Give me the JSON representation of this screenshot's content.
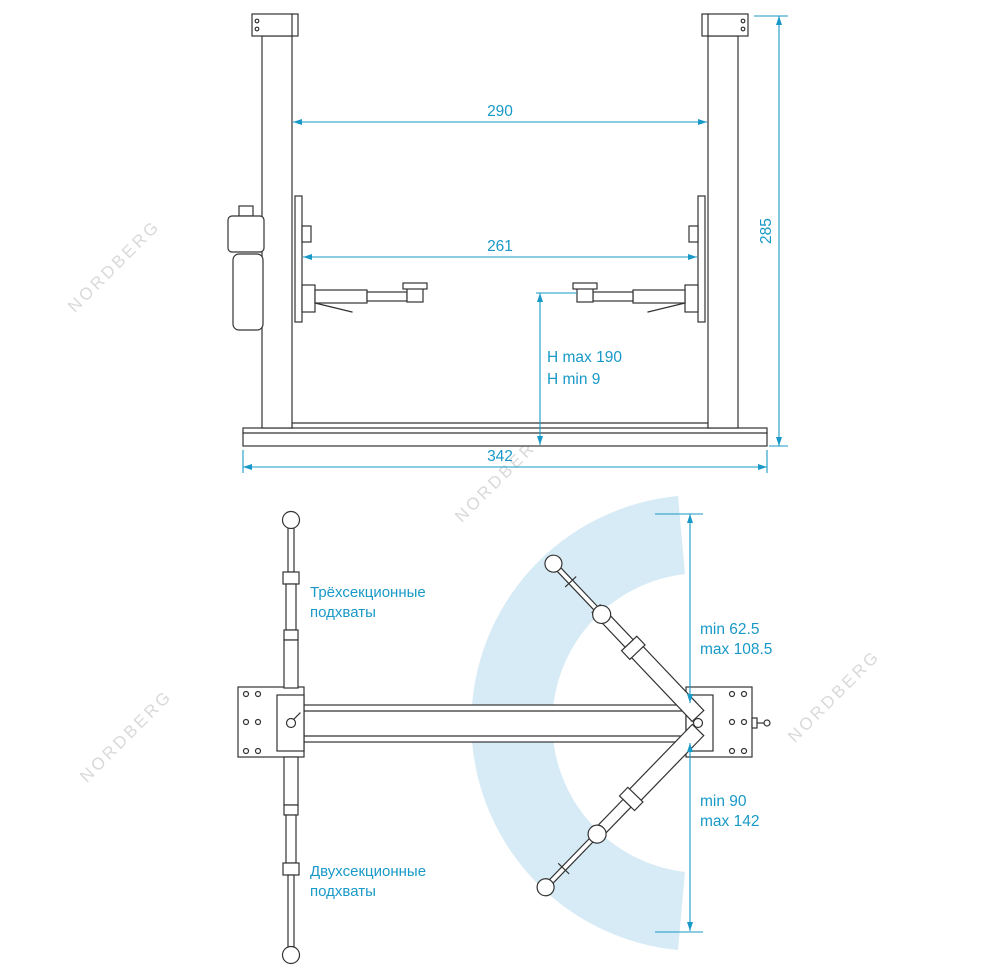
{
  "colors": {
    "accent": "#1899c7",
    "line": "#333333",
    "swing_band": "#d6ebf6",
    "watermark": "#d9d9d9"
  },
  "watermark": {
    "text": "NORDBERG"
  },
  "front_view": {
    "dim_width_posts": "290",
    "dim_width_arms": "261",
    "dim_height": "285",
    "dim_base": "342",
    "dim_h_max": "H max 190",
    "dim_h_min": "H min 9"
  },
  "top_view": {
    "label_three_1": "Трёхсекционные",
    "label_three_2": "подхваты",
    "label_two_1": "Двухсекционные",
    "label_two_2": "подхваты",
    "dim_upper_min": "min 62.5",
    "dim_upper_max": "max 108.5",
    "dim_lower_min": "min 90",
    "dim_lower_max": "max 142"
  }
}
